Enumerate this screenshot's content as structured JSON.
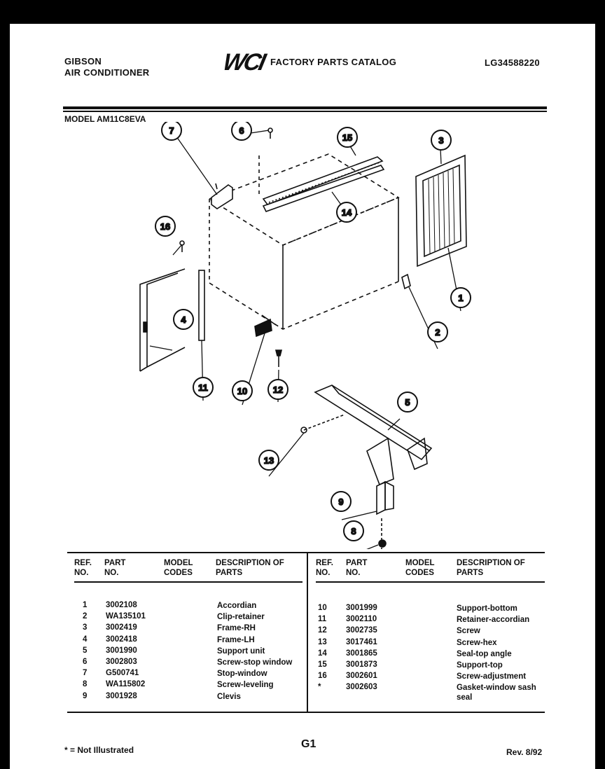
{
  "header": {
    "brand": "GIBSON",
    "product": "AIR CONDITIONER",
    "logo_text": "WCI",
    "catalog_title": "FACTORY PARTS CATALOG",
    "catalog_number": "LG34588220"
  },
  "model_label": "MODEL AM11C8EVA",
  "diagram": {
    "callouts": [
      "1",
      "2",
      "3",
      "4",
      "5",
      "6",
      "7",
      "8",
      "9",
      "10",
      "11",
      "12",
      "13",
      "14",
      "15",
      "16"
    ]
  },
  "table": {
    "columns": [
      "REF. NO.",
      "PART NO.",
      "MODEL CODES",
      "DESCRIPTION OF PARTS"
    ],
    "left_rows": [
      {
        "ref": "1",
        "part": "3002108",
        "code": "",
        "desc": "Accordian"
      },
      {
        "ref": "2",
        "part": "WA135101",
        "code": "",
        "desc": "Clip-retainer"
      },
      {
        "ref": "3",
        "part": "3002419",
        "code": "",
        "desc": "Frame-RH"
      },
      {
        "ref": "4",
        "part": "3002418",
        "code": "",
        "desc": "Frame-LH"
      },
      {
        "ref": "5",
        "part": "3001990",
        "code": "",
        "desc": "Support unit"
      },
      {
        "ref": "6",
        "part": "3002803",
        "code": "",
        "desc": "Screw-stop window"
      },
      {
        "ref": "7",
        "part": "G500741",
        "code": "",
        "desc": "Stop-window"
      },
      {
        "ref": "8",
        "part": "WA115802",
        "code": "",
        "desc": "Screw-leveling"
      },
      {
        "ref": "9",
        "part": "3001928",
        "code": "",
        "desc": "Clevis"
      }
    ],
    "right_rows": [
      {
        "ref": "10",
        "part": "3001999",
        "code": "",
        "desc": "Support-bottom"
      },
      {
        "ref": "11",
        "part": "3002110",
        "code": "",
        "desc": "Retainer-accordian"
      },
      {
        "ref": "12",
        "part": "3002735",
        "code": "",
        "desc": "Screw"
      },
      {
        "ref": "13",
        "part": "3017461",
        "code": "",
        "desc": "Screw-hex"
      },
      {
        "ref": "14",
        "part": "3001865",
        "code": "",
        "desc": "Seal-top angle"
      },
      {
        "ref": "15",
        "part": "3001873",
        "code": "",
        "desc": "Support-top"
      },
      {
        "ref": "16",
        "part": "3002601",
        "code": "",
        "desc": "Screw-adjustment"
      },
      {
        "ref": "*",
        "part": "3002603",
        "code": "",
        "desc": "Gasket-window sash seal"
      }
    ]
  },
  "footer": {
    "note": "* = Not Illustrated",
    "page": "G1",
    "revision": "Rev. 8/92"
  }
}
